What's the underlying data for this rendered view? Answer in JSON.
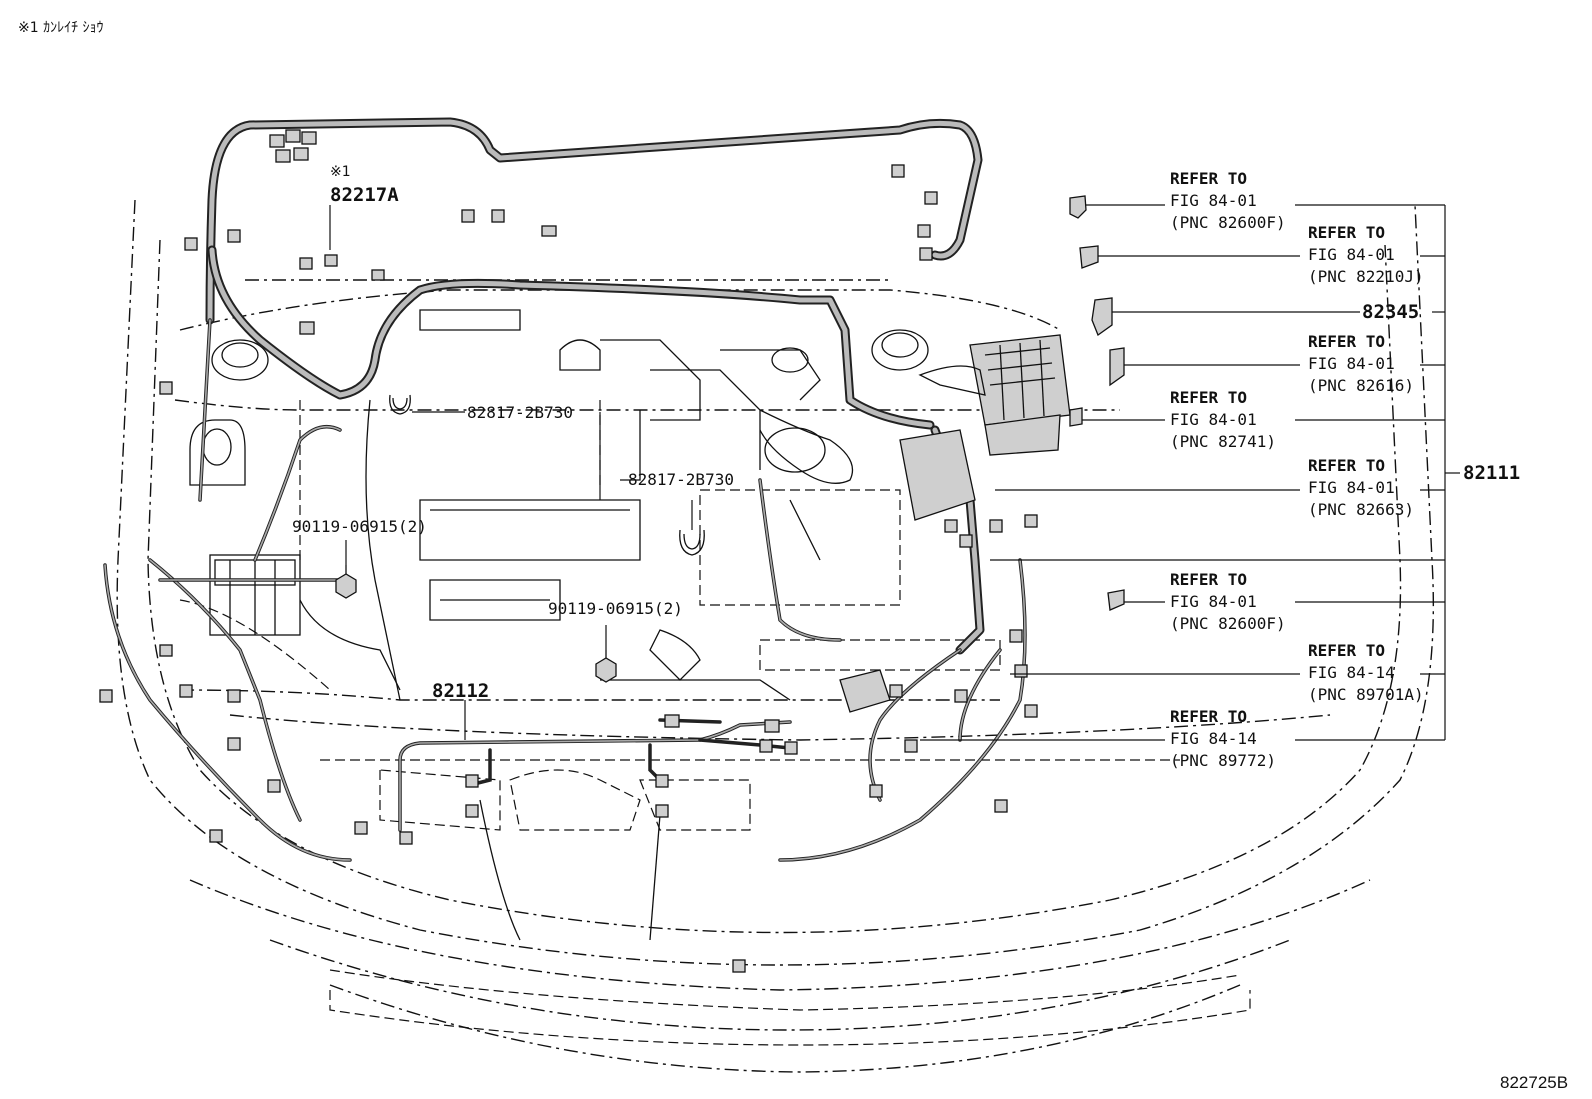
{
  "header_note": "※1  ｶﾝﾚｲﾁ ｼｮｳ",
  "figure_id": "822725B",
  "callouts": {
    "ref_1": {
      "line1": "REFER TO",
      "line2": "FIG 84-01",
      "line3": "(PNC 82600F)"
    },
    "ref_2": {
      "line1": "REFER TO",
      "line2": "FIG 84-01",
      "line3": "(PNC 82210J)"
    },
    "part_82345": "82345",
    "ref_3": {
      "line1": "REFER TO",
      "line2": "FIG 84-01",
      "line3": "(PNC 82616)"
    },
    "ref_4": {
      "line1": "REFER TO",
      "line2": "FIG 84-01",
      "line3": "(PNC 82741)"
    },
    "ref_5": {
      "line1": "REFER TO",
      "line2": "FIG 84-01",
      "line3": "(PNC 82663)"
    },
    "ref_6": {
      "line1": "REFER TO",
      "line2": "FIG 84-01",
      "line3": "(PNC 82600F)"
    },
    "ref_7": {
      "line1": "REFER TO",
      "line2": "FIG 84-14",
      "line3": "(PNC 89701A)"
    },
    "ref_8": {
      "line1": "REFER TO",
      "line2": "FIG 84-14",
      "line3": "(PNC 89772)"
    },
    "part_82111": "82111",
    "note_mark": "※1",
    "part_82217A": "82217A",
    "clamp_1": "82817-2B730",
    "clamp_2": "82817-2B730",
    "bolt_1": "90119-06915(2)",
    "bolt_2": "90119-06915(2)",
    "part_82112": "82112"
  }
}
